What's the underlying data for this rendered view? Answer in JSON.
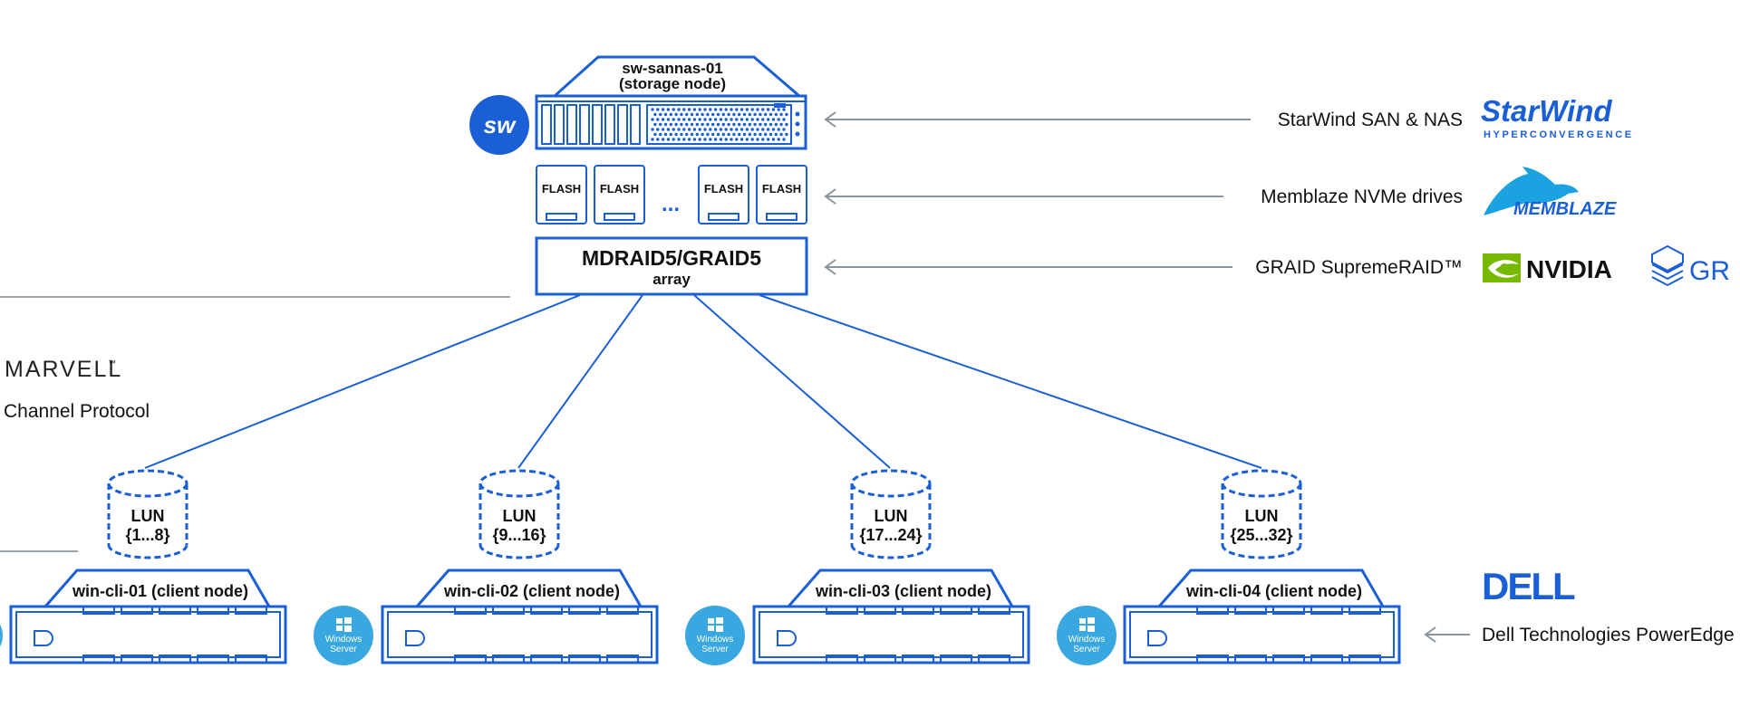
{
  "storage_node": {
    "name": "sw-sannas-01",
    "role": "(storage node)",
    "badge": "sw"
  },
  "flash_drives": [
    "FLASH",
    "FLASH",
    "FLASH",
    "FLASH"
  ],
  "flash_ellipsis": "...",
  "raid": {
    "title": "MDRAID5/GRAID5",
    "subtitle": "array"
  },
  "vendors": {
    "starwind": {
      "label": "StarWind SAN & NAS",
      "logo": "StarWind",
      "logo_sub": "HYPERCONVERGENCE"
    },
    "memblaze": {
      "label": "Memblaze NVMe drives",
      "logo": "MEMBLAZE"
    },
    "graid": {
      "label": "GRAID SupremeRAID™",
      "logo_nvidia": "NVIDIA",
      "logo_graid": "GR"
    },
    "marvell": {
      "logo": "MARVELL"
    },
    "protocol": {
      "label": "Channel Protocol"
    },
    "dell": {
      "logo": "DELL",
      "label": "Dell Technologies PowerEdge"
    }
  },
  "clients": [
    {
      "name": "win-cli-01 (client node)",
      "lun": "LUN",
      "range": "{1...8}"
    },
    {
      "name": "win-cli-02 (client node)",
      "lun": "LUN",
      "range": "{9...16}"
    },
    {
      "name": "win-cli-03 (client node)",
      "lun": "LUN",
      "range": "{17...24}"
    },
    {
      "name": "win-cli-04 (client node)",
      "lun": "LUN",
      "range": "{25...32}"
    }
  ],
  "windows_badge": {
    "line1": "Windows",
    "line2": "Server"
  },
  "colors": {
    "primary": "#1a5fd6",
    "arrow": "#8a949c",
    "windows": "#3aa8e0",
    "nvidia": "#76b900",
    "text": "#111111"
  }
}
